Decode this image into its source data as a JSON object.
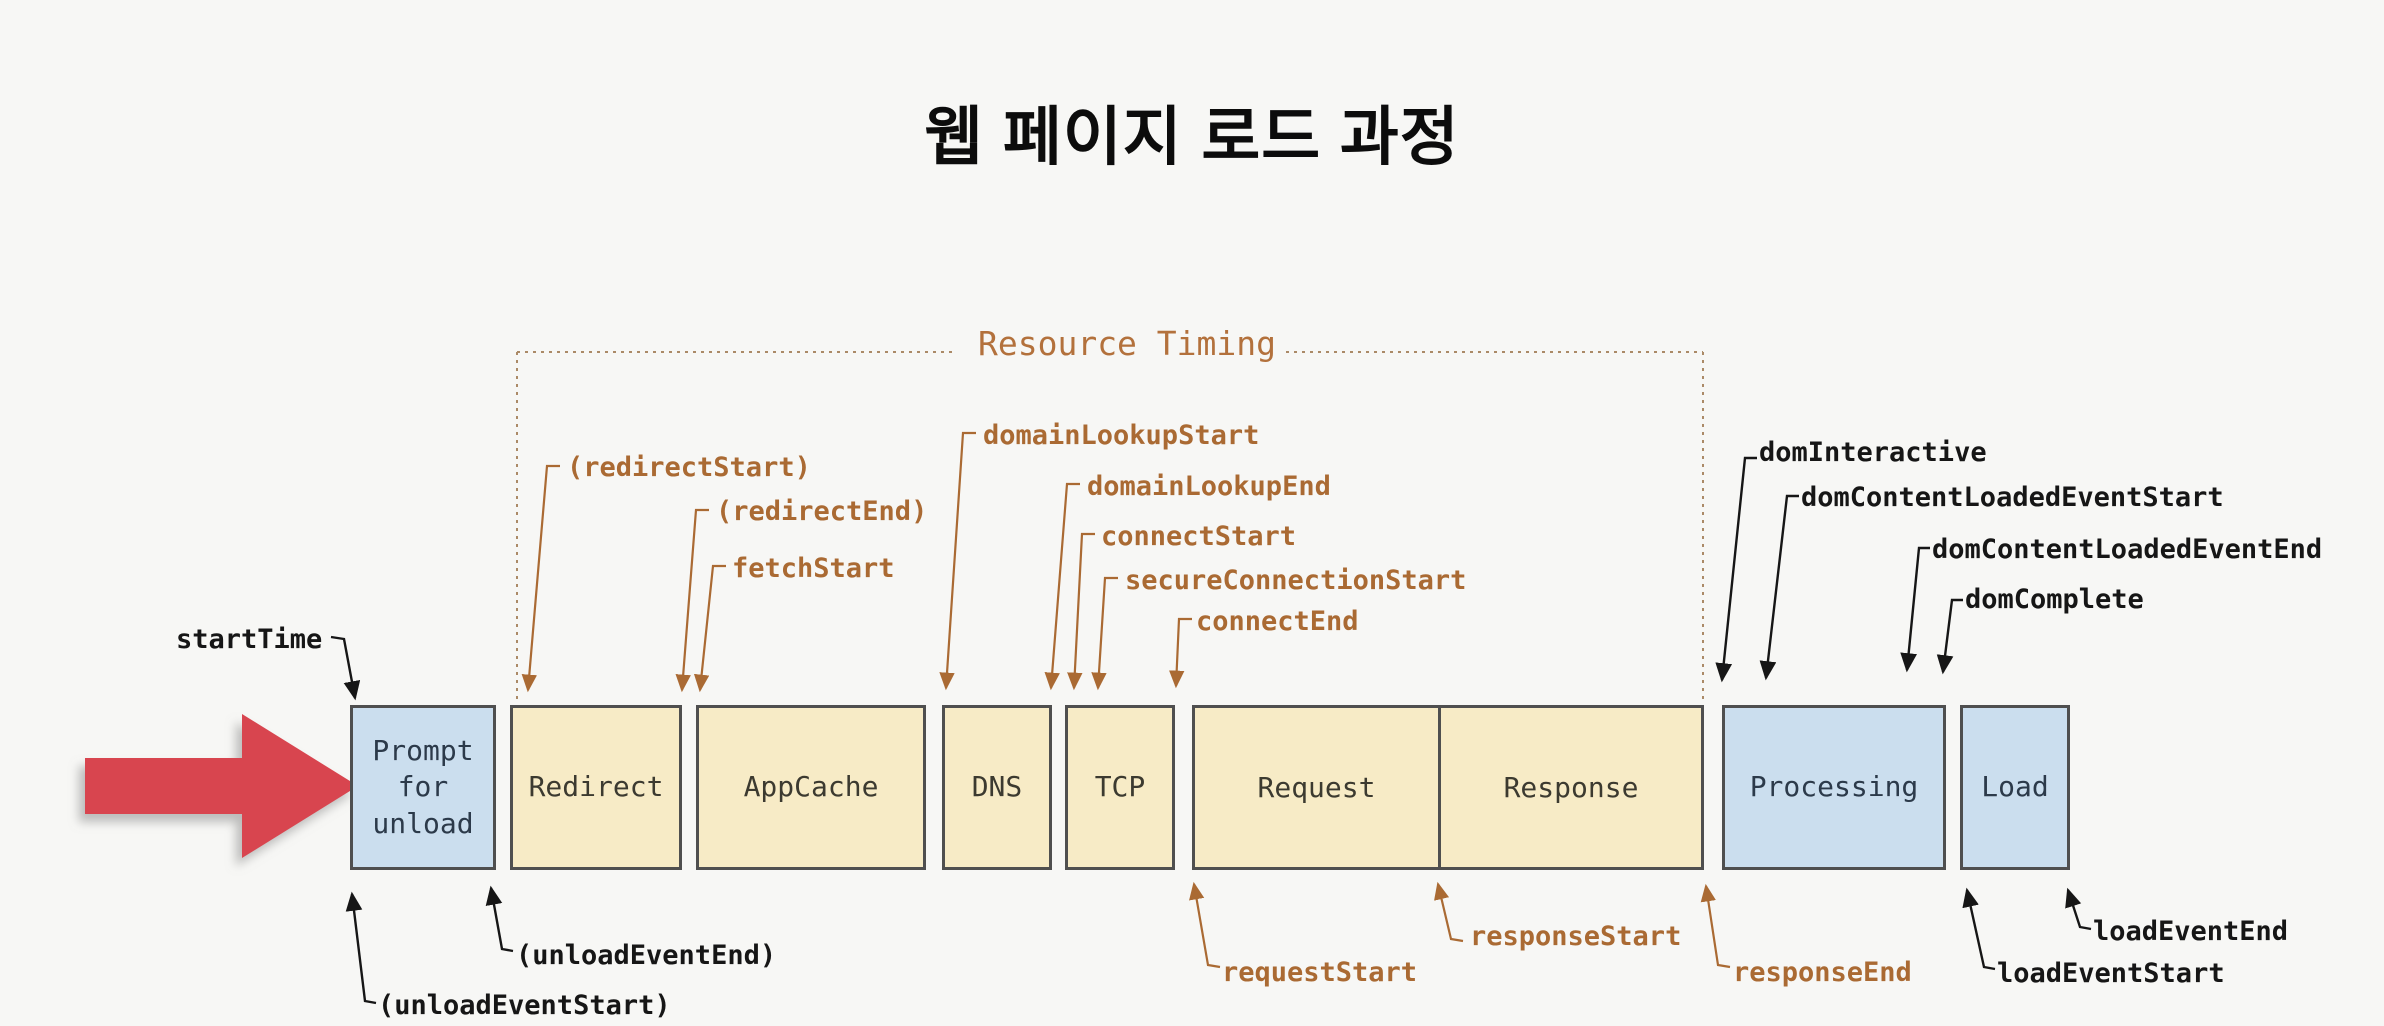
{
  "title": "웹 페이지 로드 과정",
  "resource_timing": {
    "label": "Resource Timing"
  },
  "phases": [
    {
      "label": "Prompt for unload",
      "group": "navigation-timing"
    },
    {
      "label": "Redirect",
      "group": "resource-timing"
    },
    {
      "label": "AppCache",
      "group": "resource-timing"
    },
    {
      "label": "DNS",
      "group": "resource-timing"
    },
    {
      "label": "TCP",
      "group": "resource-timing"
    },
    {
      "label": "Request",
      "group": "resource-timing"
    },
    {
      "label": "Response",
      "group": "resource-timing"
    },
    {
      "label": "Processing",
      "group": "navigation-timing"
    },
    {
      "label": "Load",
      "group": "navigation-timing"
    }
  ],
  "events": {
    "startTime": "startTime",
    "unloadEventStart": "(unloadEventStart)",
    "unloadEventEnd": "(unloadEventEnd)",
    "redirectStart": "(redirectStart)",
    "redirectEnd": "(redirectEnd)",
    "fetchStart": "fetchStart",
    "domainLookupStart": "domainLookupStart",
    "domainLookupEnd": "domainLookupEnd",
    "connectStart": "connectStart",
    "secureConnectionStart": "secureConnectionStart",
    "connectEnd": "connectEnd",
    "requestStart": "requestStart",
    "responseStart": "responseStart",
    "responseEnd": "responseEnd",
    "domInteractive": "domInteractive",
    "domContentLoadedEventStart": "domContentLoadedEventStart",
    "domContentLoadedEventEnd": "domContentLoadedEventEnd",
    "domComplete": "domComplete",
    "loadEventStart": "loadEventStart",
    "loadEventEnd": "loadEventEnd"
  },
  "colors": {
    "background": "#f7f7f5",
    "resource_accent": "#aa6a33",
    "navigation_text": "#161616",
    "box_yellow": "#f7ebc6",
    "box_blue": "#cbdeee",
    "box_border": "#4f4f4f",
    "red_arrow": "#d8454f"
  }
}
